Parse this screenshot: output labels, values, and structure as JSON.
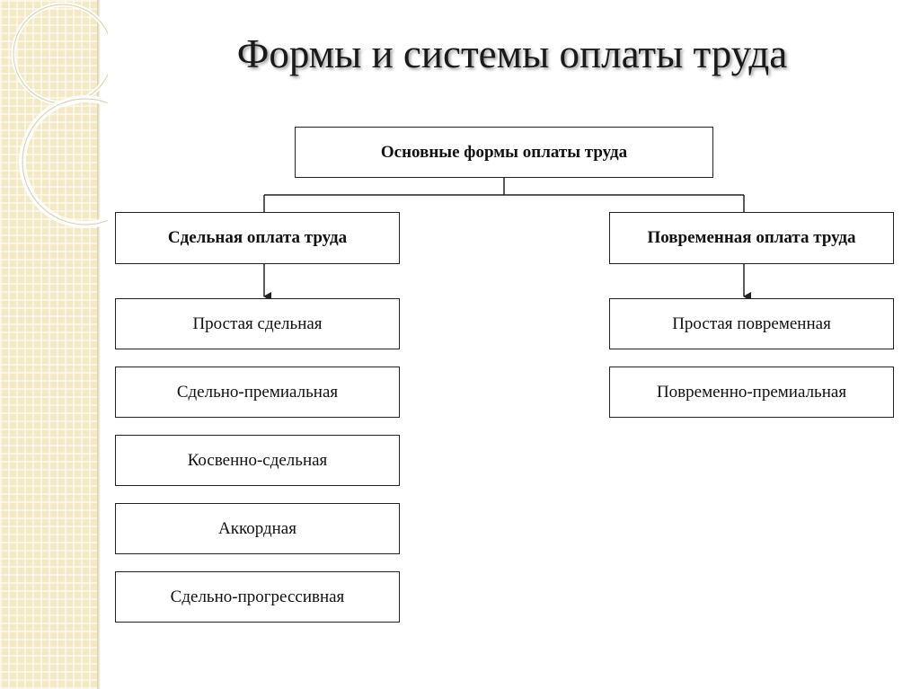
{
  "title": "Формы и системы оплаты труда",
  "root": {
    "label": "Основные формы оплаты труда"
  },
  "branches": [
    {
      "label": "Сдельная оплата труда",
      "items": [
        "Простая сдельная",
        "Сдельно-премиальная",
        "Косвенно-сдельная",
        "Аккордная",
        "Сдельно-прогрессивная"
      ]
    },
    {
      "label": "Повременная оплата труда",
      "items": [
        "Простая повременная",
        "Повременно-премиальная"
      ]
    }
  ]
}
